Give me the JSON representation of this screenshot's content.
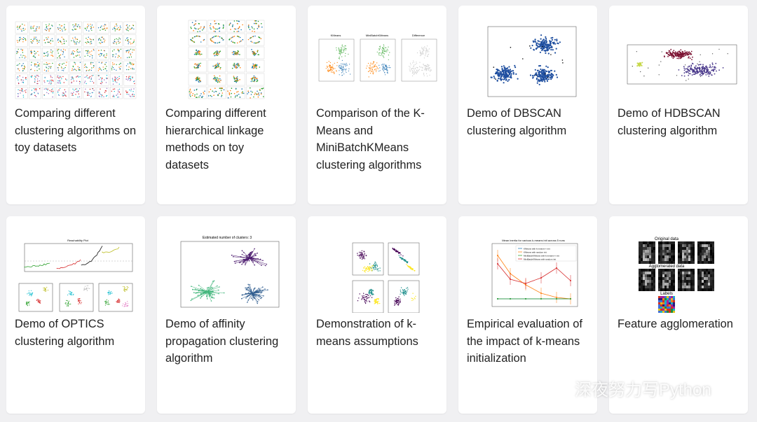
{
  "cards": [
    {
      "title": "Comparing different clustering algorithms on toy datasets",
      "thumb": "toy-datasets-grid-thumbnail"
    },
    {
      "title": "Comparing different hierarchical linkage methods on toy datasets",
      "thumb": "linkage-methods-grid-thumbnail"
    },
    {
      "title": "Comparison of the K-Means and MiniBatchKMeans clustering algorithms",
      "thumb": "kmeans-minibatch-thumbnail",
      "panels": [
        "KMeans",
        "MiniBatchKMeans",
        "Difference"
      ]
    },
    {
      "title": "Demo of DBSCAN clustering algorithm",
      "thumb": "dbscan-scatter-thumbnail"
    },
    {
      "title": "Demo of HDBSCAN clustering algorithm",
      "thumb": "hdbscan-scatter-thumbnail"
    },
    {
      "title": "Demo of OPTICS clustering algorithm",
      "thumb": "optics-reachability-thumbnail",
      "caption": "Reachability Plot"
    },
    {
      "title": "Demo of affinity propagation clustering algorithm",
      "thumb": "affinity-propagation-thumbnail",
      "caption": "Estimated number of clusters: 3"
    },
    {
      "title": "Demonstration of k-means assumptions",
      "thumb": "kmeans-assumptions-thumbnail"
    },
    {
      "title": "Empirical evaluation of the impact of k-means initialization",
      "thumb": "kmeans-init-line-chart-thumbnail",
      "caption": "Mean inertia for various k-means init across 5 runs",
      "legend": [
        "KMeans with k-means++ init",
        "KMeans with random init",
        "MiniBatchKMeans with k-means++ init",
        "MiniBatchKMeans with random init"
      ]
    },
    {
      "title": "Feature agglomeration",
      "thumb": "feature-agglomeration-thumbnail",
      "captions": [
        "Original data",
        "Agglomerated data",
        "Labels"
      ]
    }
  ],
  "watermark": "深夜努力写Python",
  "colors": {
    "background": "#f0f0f2",
    "card": "#ffffff",
    "text": "#222222"
  }
}
